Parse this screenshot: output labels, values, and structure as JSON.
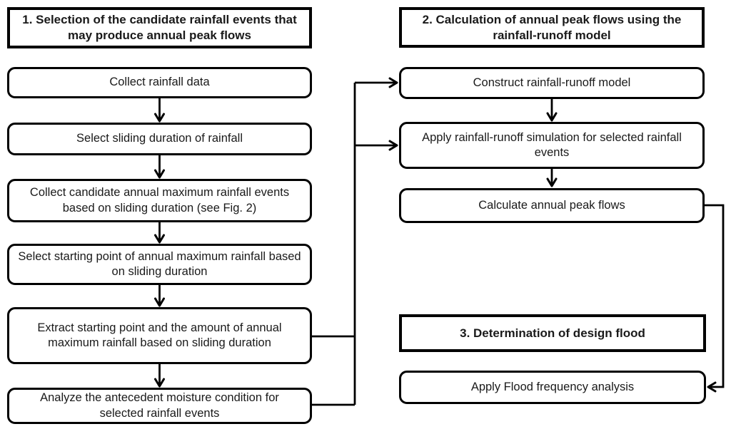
{
  "figure": {
    "background_color": "#ffffff",
    "line_color": "#000000",
    "text_color": "#1a1a1a",
    "box_fill_color": "#ffffff"
  },
  "section1": {
    "header": "1. Selection of the candidate rainfall events that may produce annual peak flows",
    "steps": [
      "Collect rainfall data",
      "Select sliding duration of rainfall",
      "Collect candidate annual maximum rainfall events based on sliding duration (see Fig. 2)",
      "Select starting point of annual maximum rainfall based on sliding duration",
      "Extract starting point and the amount of annual maximum rainfall based on sliding duration",
      "Analyze the antecedent moisture condition for selected rainfall events"
    ]
  },
  "section2": {
    "header": "2. Calculation of annual peak flows using the rainfall-runoff model",
    "steps": [
      "Construct rainfall-runoff model",
      "Apply rainfall-runoff simulation for selected rainfall events",
      "Calculate annual peak flows"
    ]
  },
  "section3": {
    "header": "3. Determination of design flood",
    "steps": [
      "Apply Flood frequency analysis"
    ]
  }
}
